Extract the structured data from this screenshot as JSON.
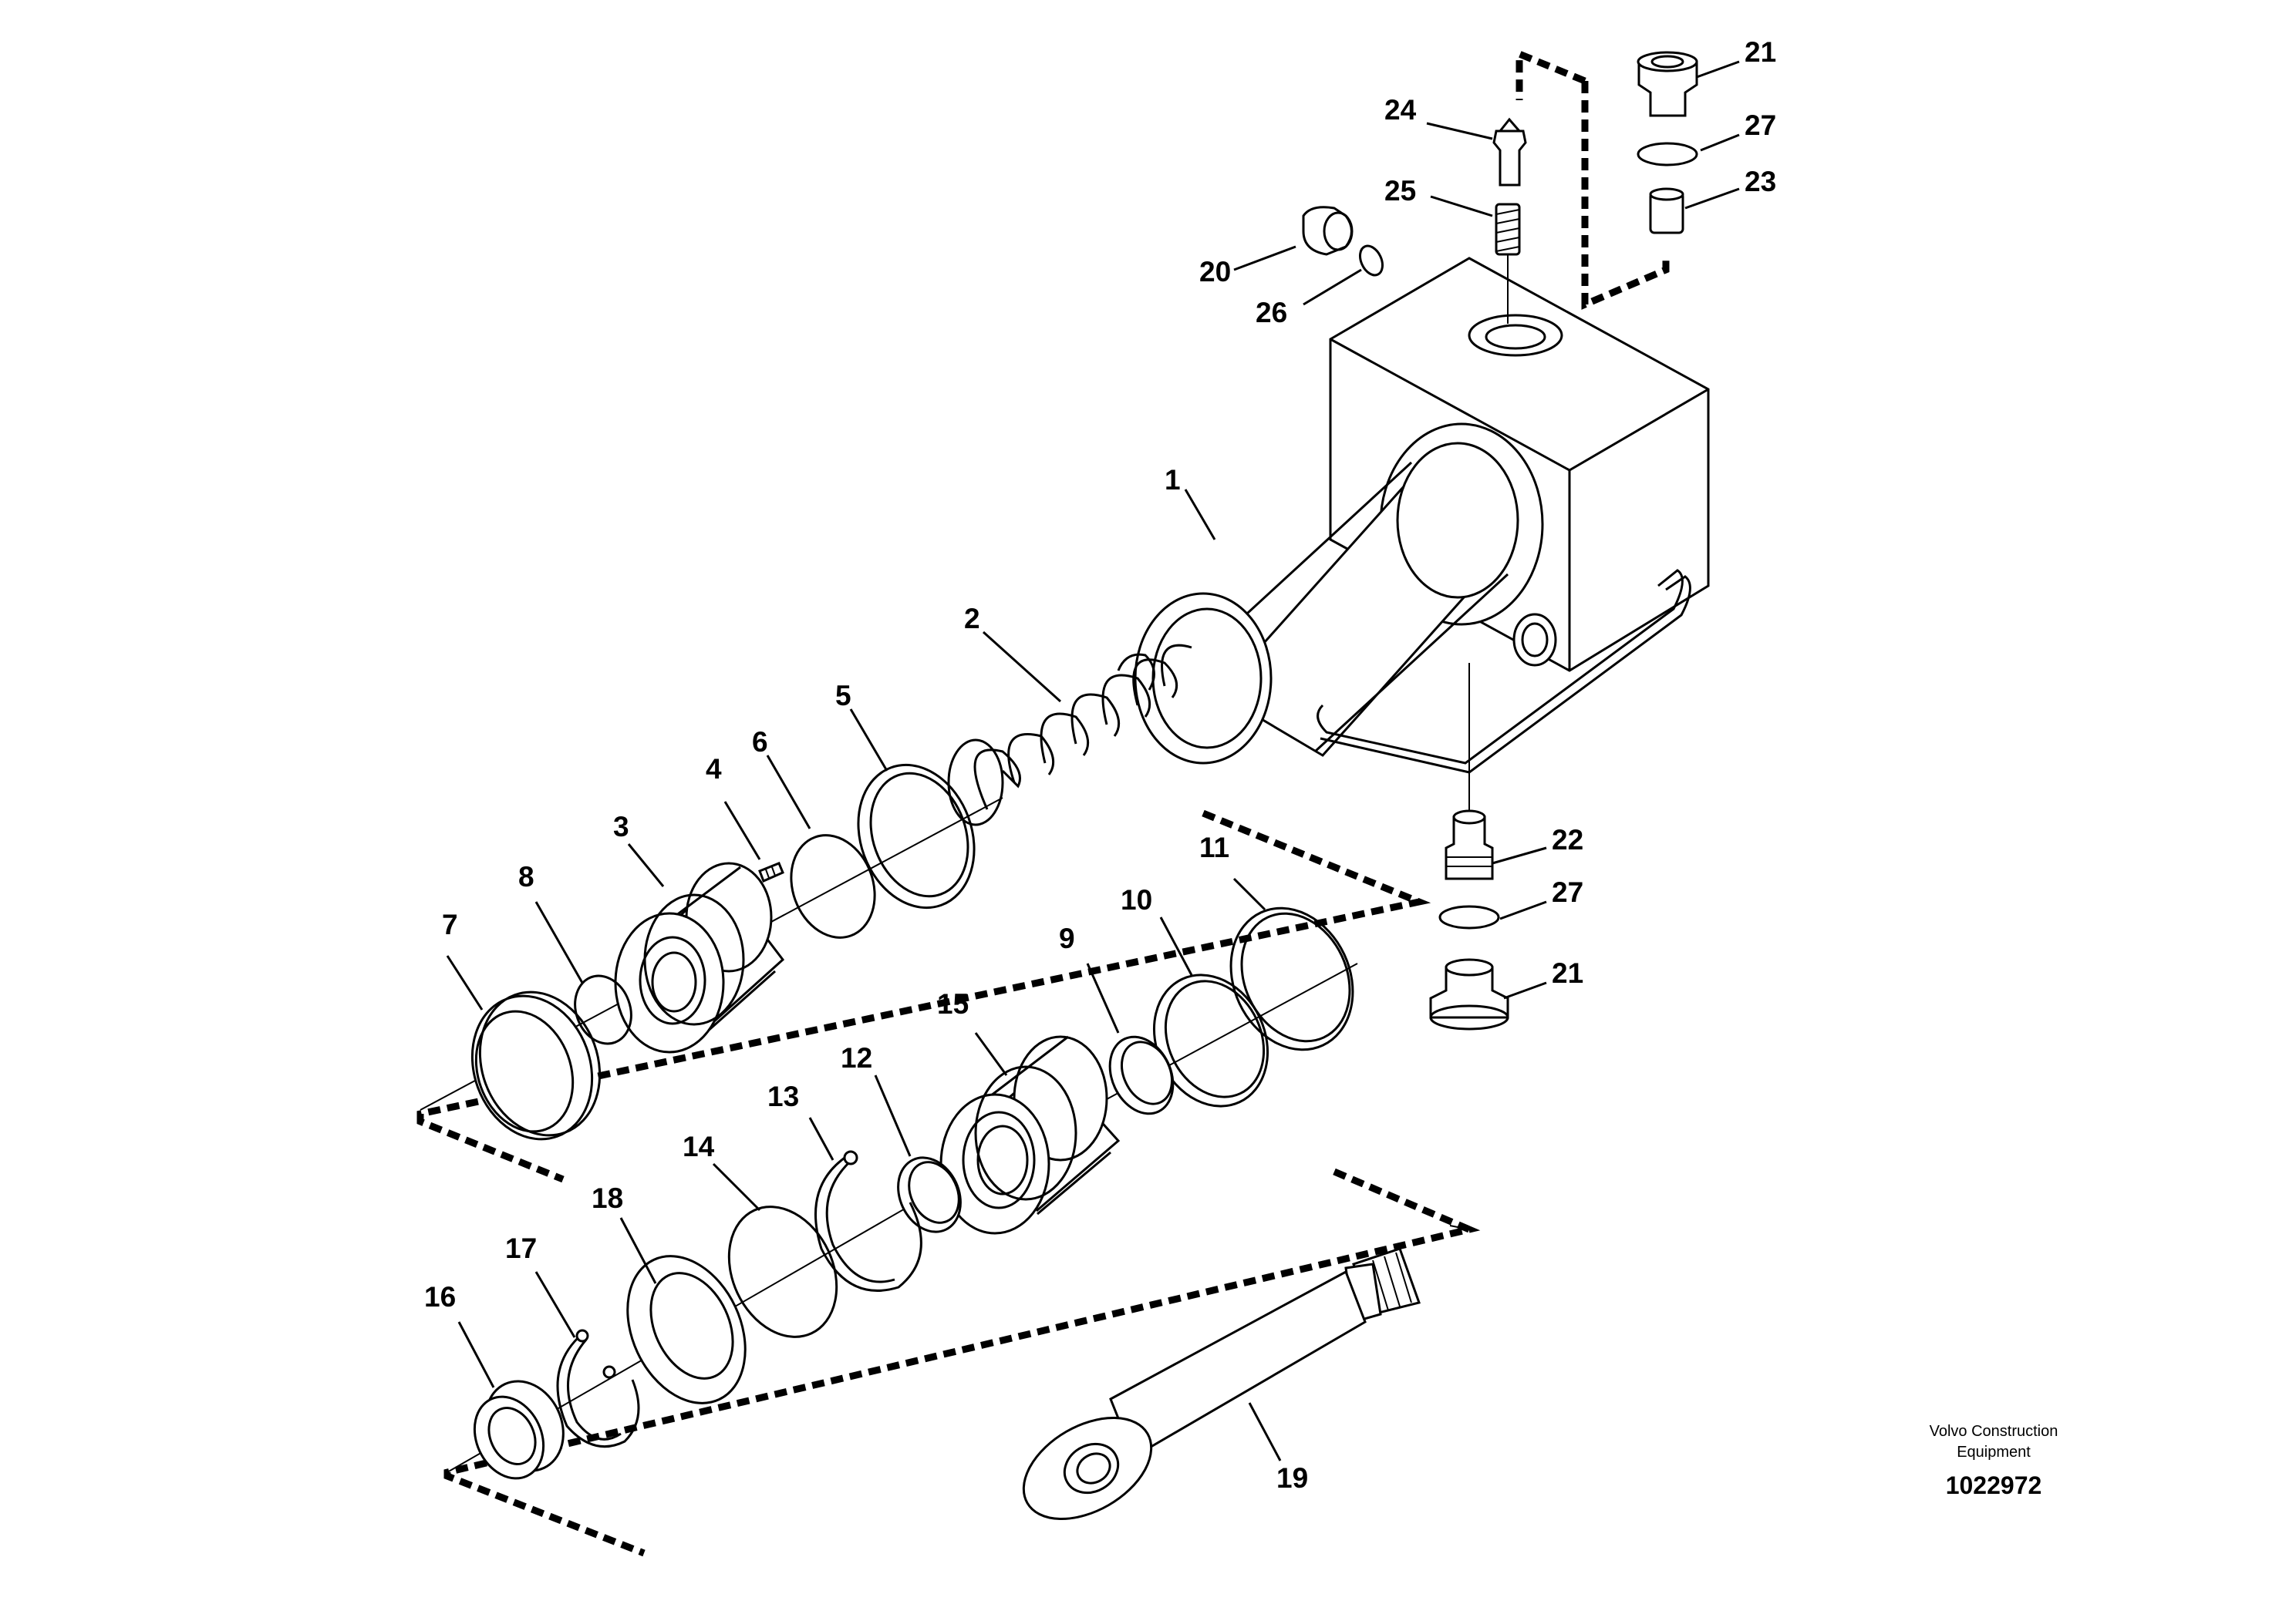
{
  "labels": {
    "p1": "1",
    "p2": "2",
    "p3": "3",
    "p4": "4",
    "p5": "5",
    "p6": "6",
    "p7": "7",
    "p8": "8",
    "p9": "9",
    "p10": "10",
    "p11": "11",
    "p12": "12",
    "p13": "13",
    "p14": "14",
    "p15": "15",
    "p16": "16",
    "p17": "17",
    "p18": "18",
    "p19": "19",
    "p20": "20",
    "p21a": "21",
    "p21b": "21",
    "p22": "22",
    "p23": "23",
    "p24": "24",
    "p25": "25",
    "p26": "26",
    "p27a": "27",
    "p27b": "27"
  },
  "footer": {
    "company_line1": "Volvo Construction",
    "company_line2": "Equipment",
    "drawing_number": "1022972"
  }
}
